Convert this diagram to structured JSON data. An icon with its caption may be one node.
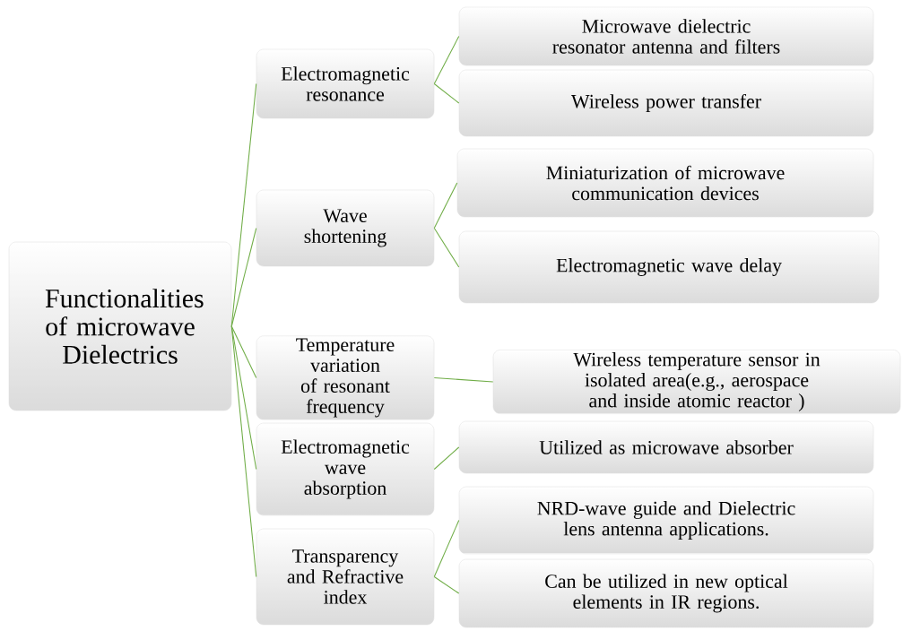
{
  "diagram": {
    "nodes": [
      {
        "text": [
          "Functionalities of microwave Dielectrics"
        ]
      },
      {
        "text": [
          "Electromagnetic resonance"
        ]
      },
      {
        "text": [
          "Microwave dielectric resonator antenna and filters"
        ]
      },
      {
        "text": [
          "Wireless power transfer"
        ]
      },
      {
        "text": [
          "Wave shortening"
        ]
      },
      {
        "text": [
          "Miniaturization of microwave communication devices"
        ]
      },
      {
        "text": [
          "Electromagnetic wave delay"
        ]
      },
      {
        "text": [
          "Temperature variation of resonant frequency"
        ]
      },
      {
        "text": [
          "Wireless  temperature sensor in isolated area(e.g., aerospace and inside atomic reactor )"
        ]
      },
      {
        "text": [
          "Electromagnetic wave absorption"
        ]
      },
      {
        "text": [
          "Utilized as microwave absorber"
        ]
      },
      {
        "text": [
          "Transparency and Refractive index"
        ]
      },
      {
        "text": [
          "NRD-wave guide and Dielectric lens antenna applications."
        ]
      },
      {
        "text": [
          "Can be utilized in new optical elements in IR regions."
        ]
      }
    ],
    "edges": [
      {
        "from": 0,
        "to": 1,
        "arrow": "none"
      },
      {
        "from": 0,
        "to": 4,
        "arrow": "none"
      },
      {
        "from": 0,
        "to": 7,
        "arrow": "none"
      },
      {
        "from": 0,
        "to": 9,
        "arrow": "none"
      },
      {
        "from": 0,
        "to": 11,
        "arrow": "none"
      },
      {
        "from": 1,
        "to": 2,
        "arrow": "none"
      },
      {
        "from": 1,
        "to": 3,
        "arrow": "none"
      },
      {
        "from": 4,
        "to": 5,
        "arrow": "none"
      },
      {
        "from": 4,
        "to": 6,
        "arrow": "none"
      },
      {
        "from": 7,
        "to": 8,
        "arrow": "none"
      },
      {
        "from": 9,
        "to": 10,
        "arrow": "none"
      },
      {
        "from": 11,
        "to": 12,
        "arrow": "none"
      },
      {
        "from": 11,
        "to": 13,
        "arrow": "none"
      }
    ]
  }
}
